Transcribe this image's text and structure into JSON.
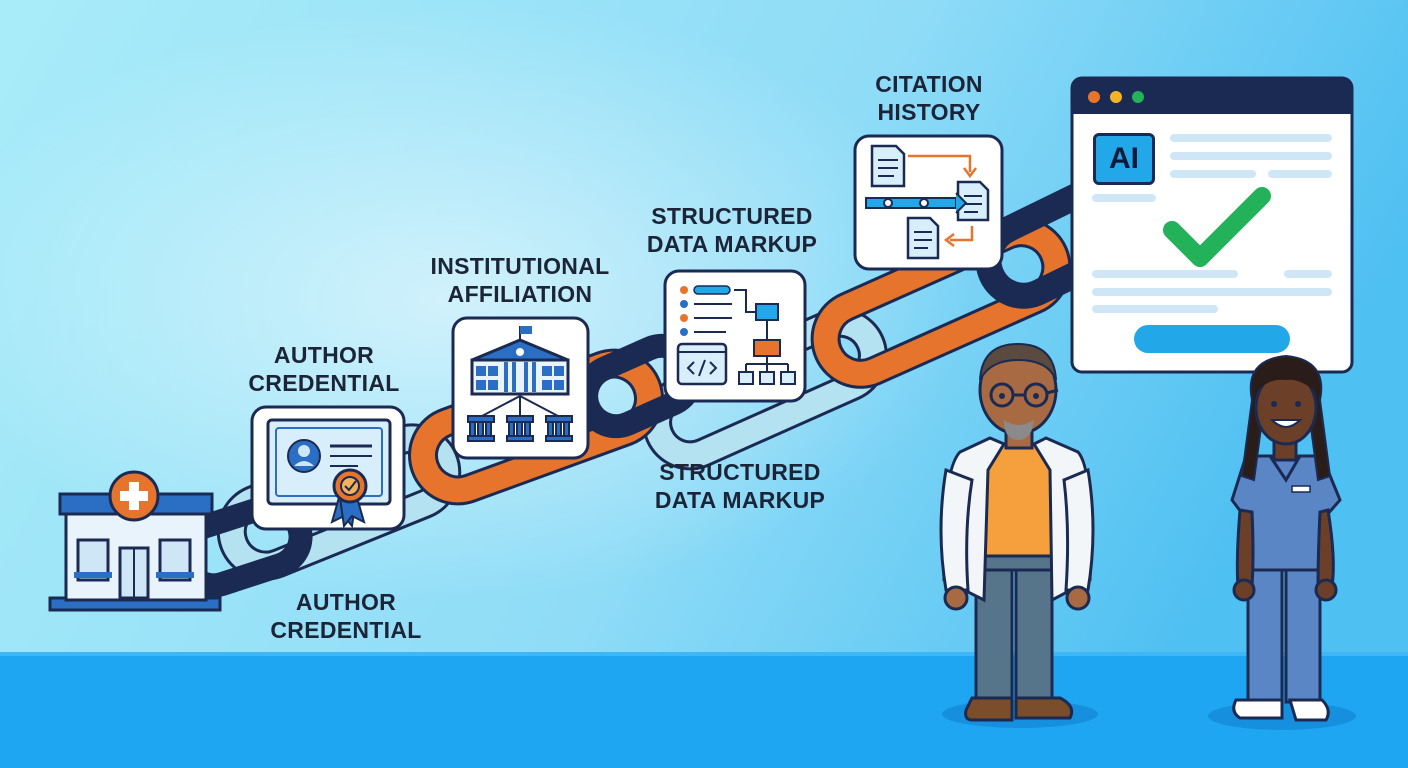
{
  "labels": {
    "author_credential_top": [
      "AUTHOR",
      "CREDENTIAL"
    ],
    "author_credential_bottom": [
      "AUTHOR",
      "CREDENTIAL"
    ],
    "institutional_affiliation": [
      "INSTITUTIONAL",
      "AFFILIATION"
    ],
    "structured_data_top": [
      "STRUCTURED",
      "DATA MARKUP"
    ],
    "structured_data_bottom": [
      "STRUCTURED",
      "DATA MARKUP"
    ],
    "citation_history": [
      "CITATION",
      "HISTORY"
    ]
  },
  "ai_panel": {
    "badge": "AI"
  },
  "colors": {
    "background_top": "#9fe6f8",
    "background_bottom": "#5cc8f3",
    "floor": "#1ea6f2",
    "navy": "#1b2a52",
    "orange": "#e7742d",
    "light_blue": "#a9d9ec",
    "check_green": "#23b15a",
    "accent_blue": "#22a8e8"
  },
  "icons": [
    "hospital-icon",
    "certificate-icon",
    "institution-icon",
    "structured-data-icon",
    "citation-flow-icon",
    "browser-window-icon",
    "checkmark-icon",
    "doctor-figure",
    "nurse-figure"
  ]
}
